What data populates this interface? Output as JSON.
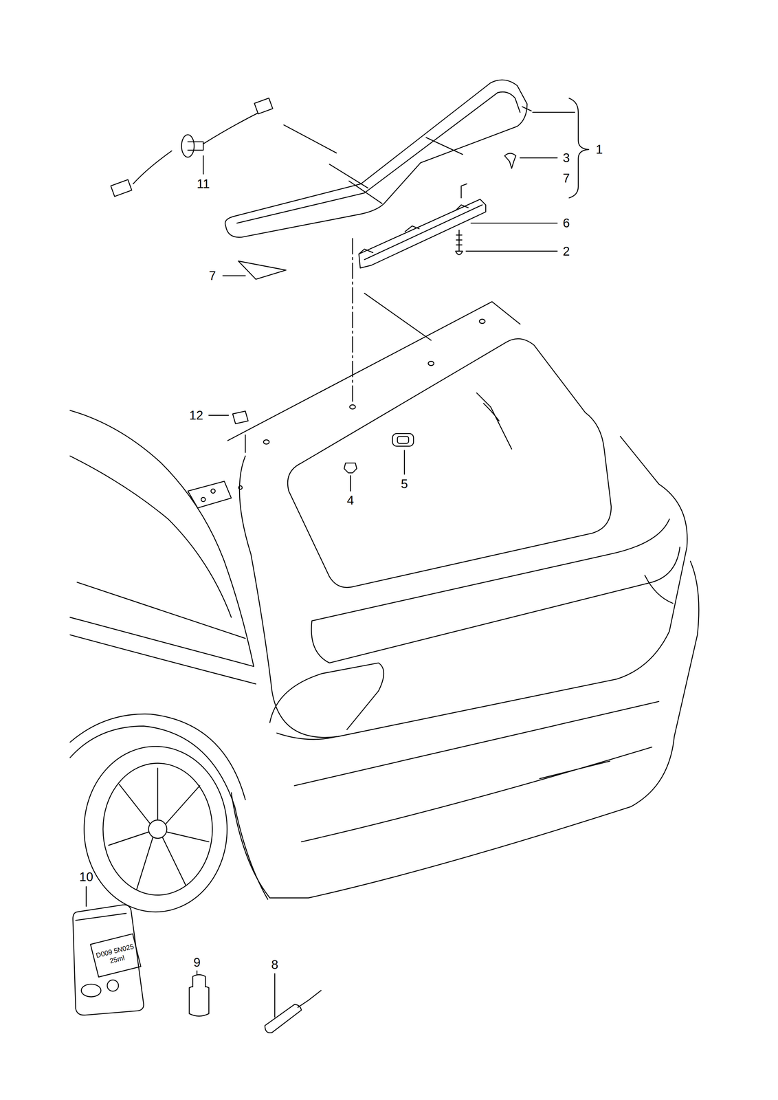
{
  "diagram": {
    "labels": [
      "1",
      "3",
      "7",
      "6",
      "2",
      "11",
      "7",
      "12",
      "5",
      "4",
      "10",
      "9",
      "8",
      "D009 5N025",
      "25ml"
    ]
  }
}
